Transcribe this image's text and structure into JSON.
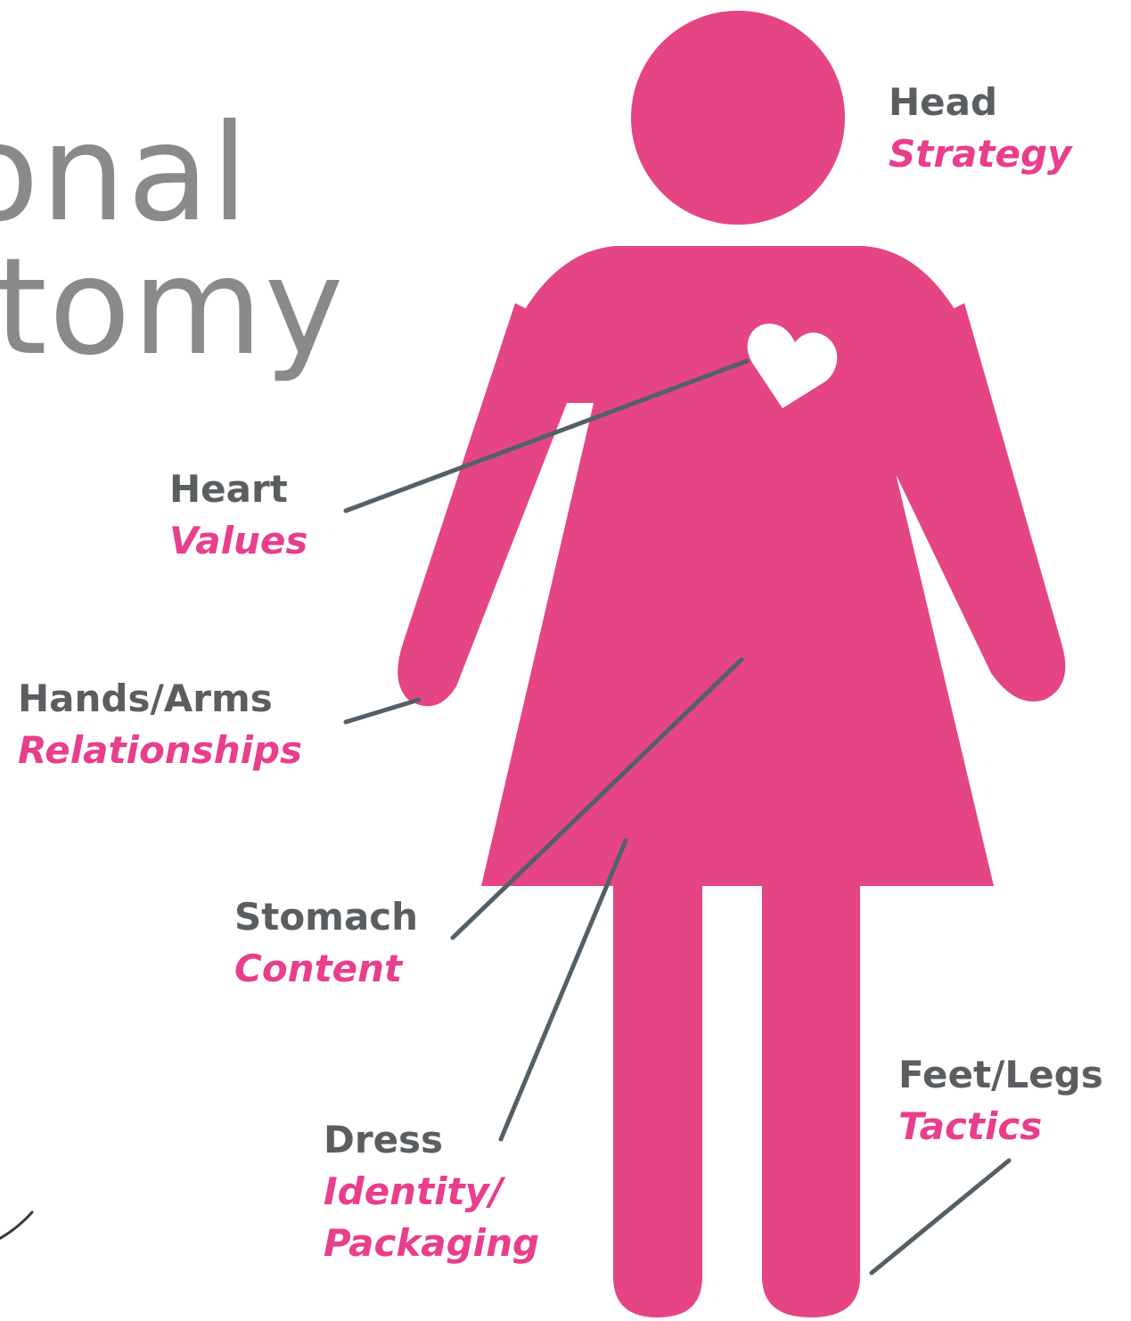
{
  "title": {
    "line1": "onal",
    "line2": "tomy"
  },
  "colors": {
    "figure": "#e54583",
    "accent_text": "#e83e8c",
    "label_text": "#5a5e61",
    "leader_line": "#546066",
    "title_text": "#8a8a8a",
    "heart": "#ffffff"
  },
  "icons": {
    "figure": "woman-figure-icon",
    "heart": "heart-icon"
  },
  "labels": [
    {
      "id": "head",
      "part": "Head",
      "meaning": "Strategy"
    },
    {
      "id": "heart",
      "part": "Heart",
      "meaning": "Values"
    },
    {
      "id": "hands",
      "part": "Hands/Arms",
      "meaning": "Relationships"
    },
    {
      "id": "stomach",
      "part": "Stomach",
      "meaning": "Content"
    },
    {
      "id": "dress",
      "part": "Dress",
      "meaning": "Identity/",
      "meaning2": "Packaging"
    },
    {
      "id": "feet",
      "part": "Feet/Legs",
      "meaning": "Tactics"
    }
  ]
}
